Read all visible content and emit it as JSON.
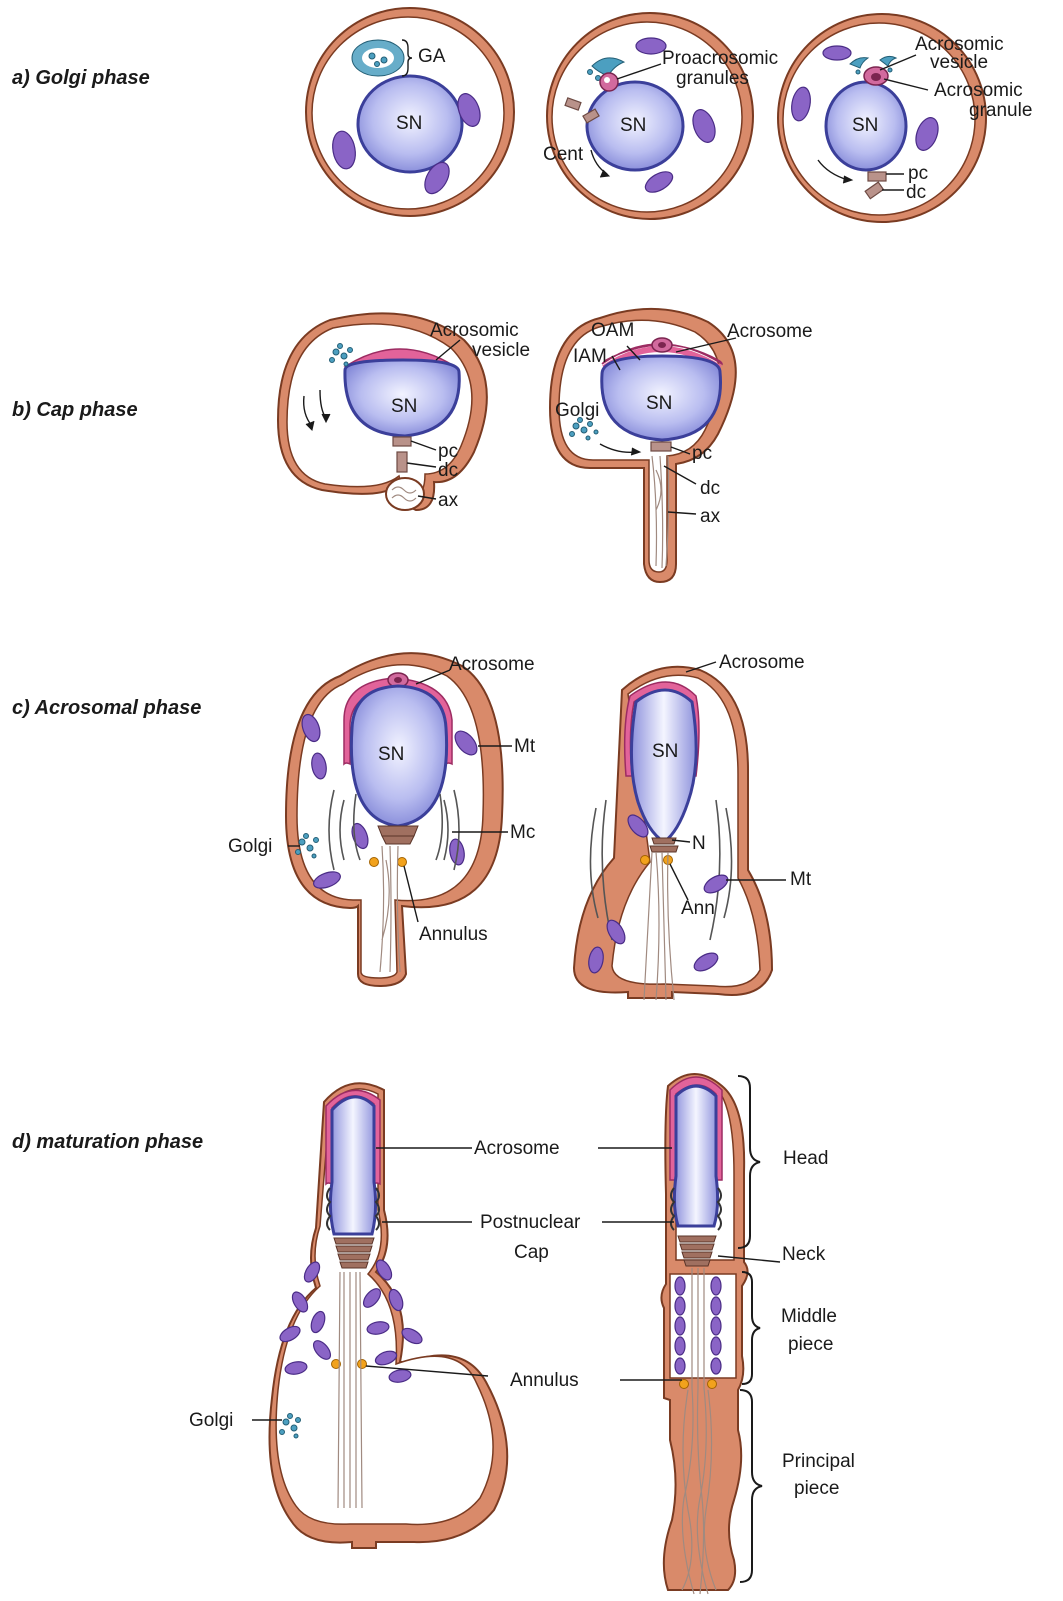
{
  "phases": {
    "a": "a) Golgi phase",
    "b": "b) Cap phase",
    "c": "c) Acrosomal phase",
    "d": "d) maturation phase"
  },
  "labels": {
    "ga": "GA",
    "sn": "SN",
    "proacrosomic_granules_1": "Proacrosomic",
    "proacrosomic_granules_2": "granules",
    "cent": "Cent",
    "acrosomic_vesicle_1": "Acrosomic",
    "acrosomic_vesicle_2": "vesicle",
    "acrosomic_granule_1": "Acrosomic",
    "acrosomic_granule_2": "granule",
    "pc": "pc",
    "dc": "dc",
    "ax": "ax",
    "oam": "OAM",
    "iam": "IAM",
    "acrosome": "Acrosome",
    "golgi": "Golgi",
    "mt": "Mt",
    "mc": "Mc",
    "annulus": "Annulus",
    "n": "N",
    "ann": "Ann",
    "postnuclear_1": "Postnuclear",
    "postnuclear_2": "Cap",
    "head": "Head",
    "neck": "Neck",
    "middle_piece_1": "Middle",
    "middle_piece_2": "piece",
    "principal_piece_1": "Principal",
    "principal_piece_2": "piece"
  },
  "colors": {
    "cell_wall": "#d98a6a",
    "nucleus": "#b6b9ec",
    "acrosome": "#e2639a",
    "mitochondria": "#8a64c6",
    "golgi": "#4c9fc0",
    "annulus": "#f2a21c"
  }
}
